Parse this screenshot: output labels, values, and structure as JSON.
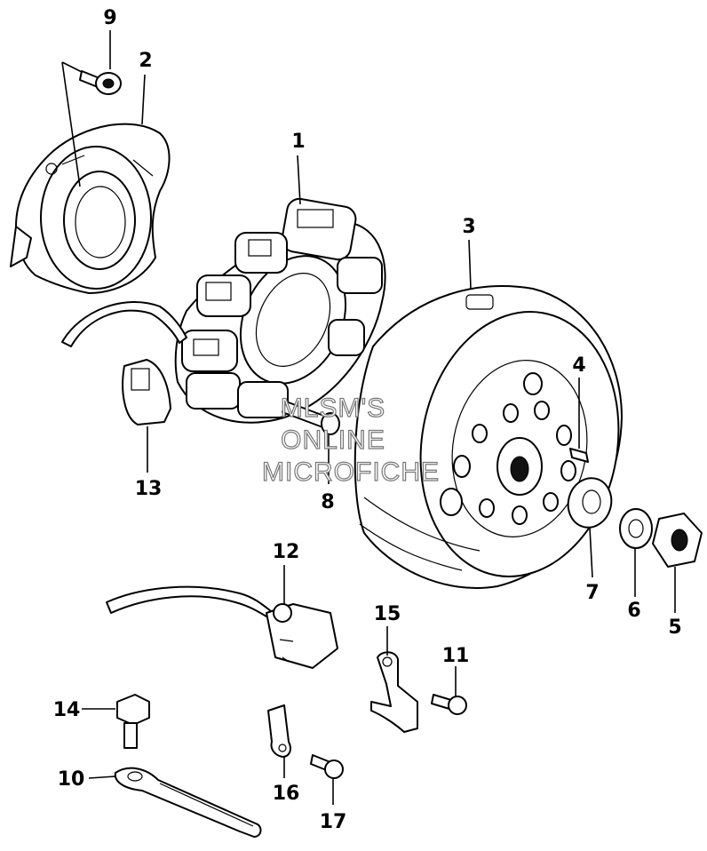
{
  "diagram": {
    "callouts": {
      "c1": "1",
      "c2": "2",
      "c3": "3",
      "c4": "4",
      "c5": "5",
      "c6": "6",
      "c7": "7",
      "c8": "8",
      "c9": "9",
      "c10": "10",
      "c11": "11",
      "c12": "12",
      "c13": "13",
      "c14": "14",
      "c15": "15",
      "c16": "16",
      "c17": "17"
    },
    "watermark": {
      "line1": "MLSM'S",
      "line2": "ONLINE",
      "line3": "MICROFICHE"
    }
  }
}
